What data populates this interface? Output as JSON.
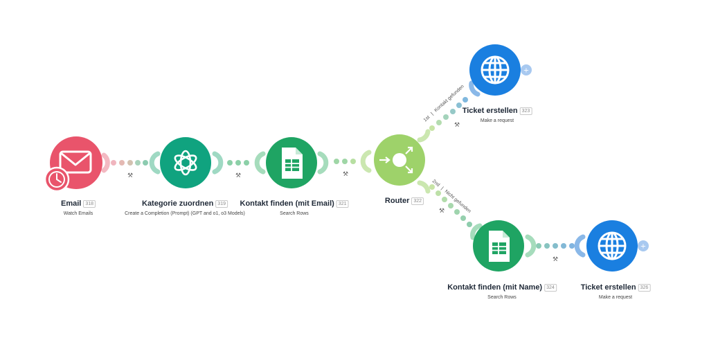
{
  "modules": [
    {
      "key": "email",
      "title": "Email",
      "id": "318",
      "subtitle": "Watch Emails",
      "icon": "mail-clock-icon",
      "color": "#e9546b"
    },
    {
      "key": "kategorie",
      "title": "Kategorie zuordnen",
      "id": "319",
      "subtitle": "Create a Completion (Prompt) (GPT and o1, o3 Models)",
      "icon": "openai-icon",
      "color": "#10a37f"
    },
    {
      "key": "kontakt_email",
      "title": "Kontakt finden (mit Email)",
      "id": "321",
      "subtitle": "Search Rows",
      "icon": "google-sheets-icon",
      "color": "#1fa463"
    },
    {
      "key": "router",
      "title": "Router",
      "id": "322",
      "subtitle": "",
      "icon": "router-icon",
      "color": "#9ed26a"
    },
    {
      "key": "ticket1",
      "title": "Ticket erstellen",
      "id": "323",
      "subtitle": "Make a request",
      "icon": "globe-icon",
      "color": "#1a7fe0"
    },
    {
      "key": "kontakt_name",
      "title": "Kontakt finden (mit Name)",
      "id": "324",
      "subtitle": "Search Rows",
      "icon": "google-sheets-icon",
      "color": "#1fa463"
    },
    {
      "key": "ticket2",
      "title": "Ticket erstellen",
      "id": "326",
      "subtitle": "Make a request",
      "icon": "globe-icon",
      "color": "#1a7fe0"
    }
  ],
  "routes": [
    {
      "order": "1st",
      "label": "Kontakt gefunden"
    },
    {
      "order": "2nd",
      "label": "Nicht gefunden"
    }
  ],
  "icons": [
    "wrench-icon",
    "add-icon"
  ]
}
